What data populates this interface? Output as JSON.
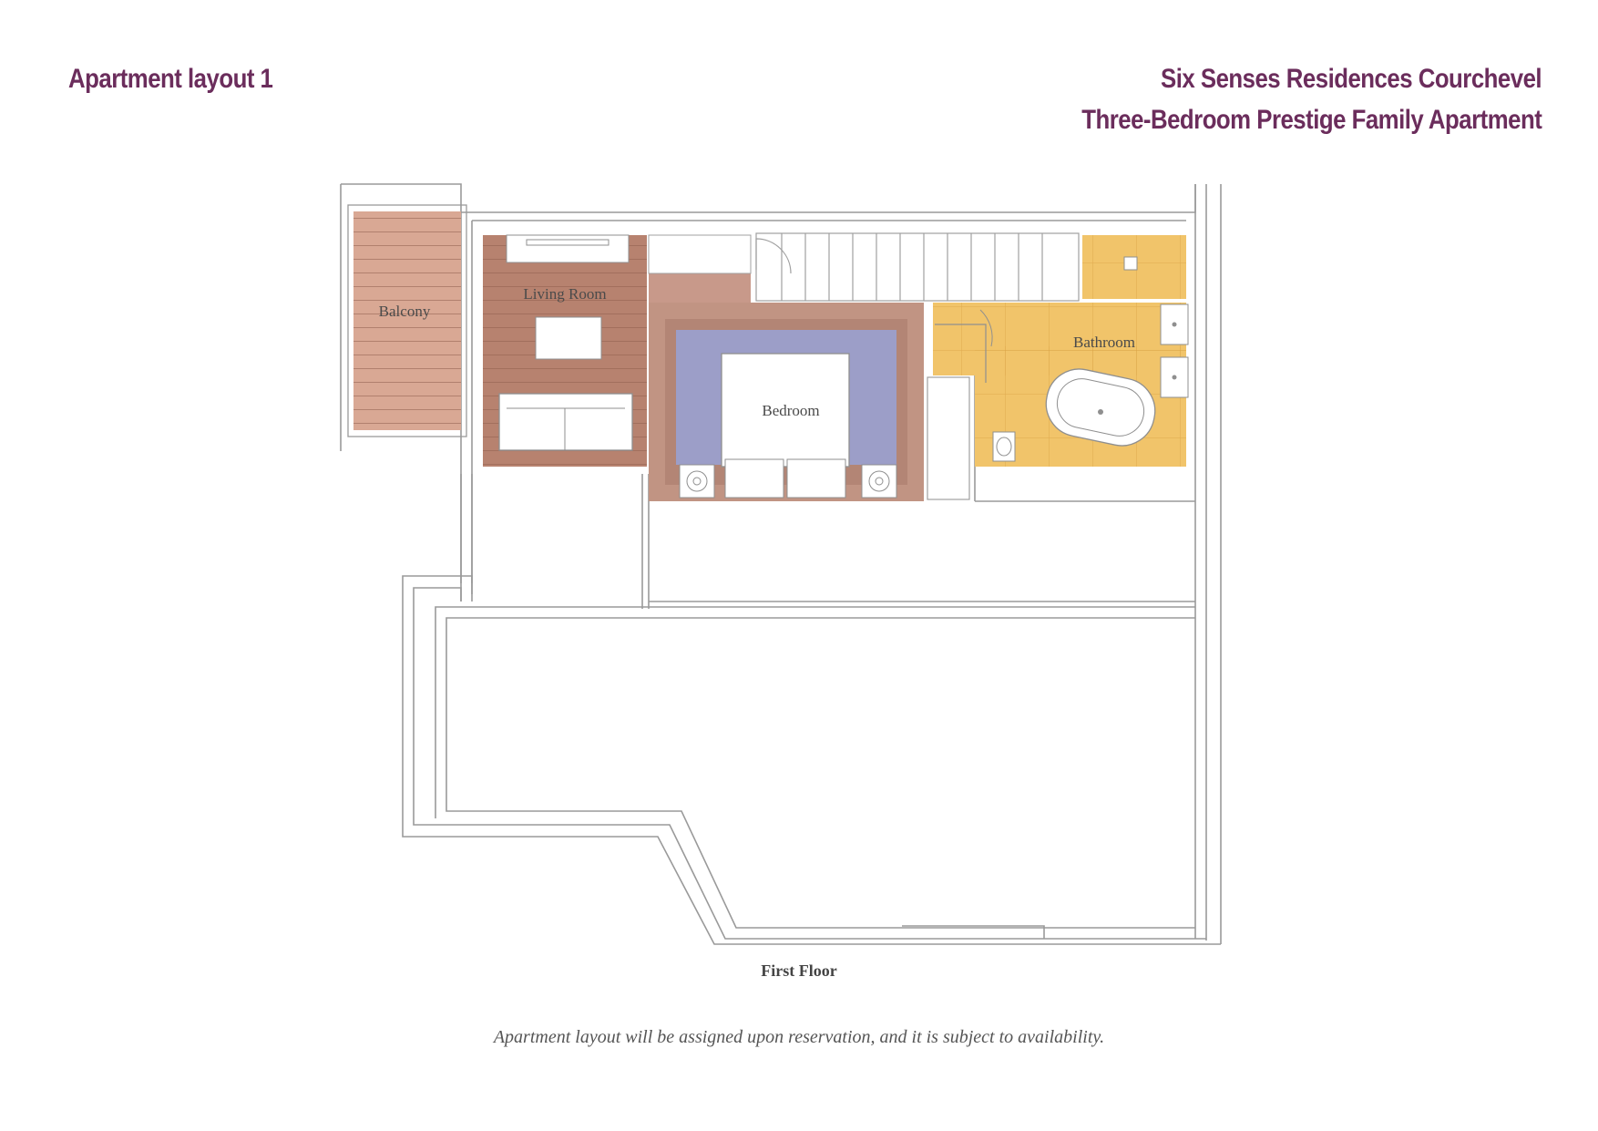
{
  "header": {
    "layout_title": "Apartment layout 1",
    "project_title": "Six Senses Residences Courchevel",
    "apartment_type": "Three-Bedroom Prestige Family Apartment"
  },
  "plan": {
    "rooms": {
      "balcony": "Balcony",
      "living_room": "Living Room",
      "bedroom": "Bedroom",
      "bathroom": "Bathroom"
    },
    "colors": {
      "wall_line": "#9a9a9a",
      "balcony": "#d9a894",
      "living_floor": "#b7826f",
      "bedroom_frame": "#c19483",
      "bedroom_rug": "#9c9ec8",
      "bathroom": "#f1c46a",
      "title": "#6b2d5c"
    }
  },
  "footer": {
    "floor_caption": "First Floor",
    "disclaimer": "Apartment layout will be assigned upon reservation, and it is subject to availability."
  }
}
